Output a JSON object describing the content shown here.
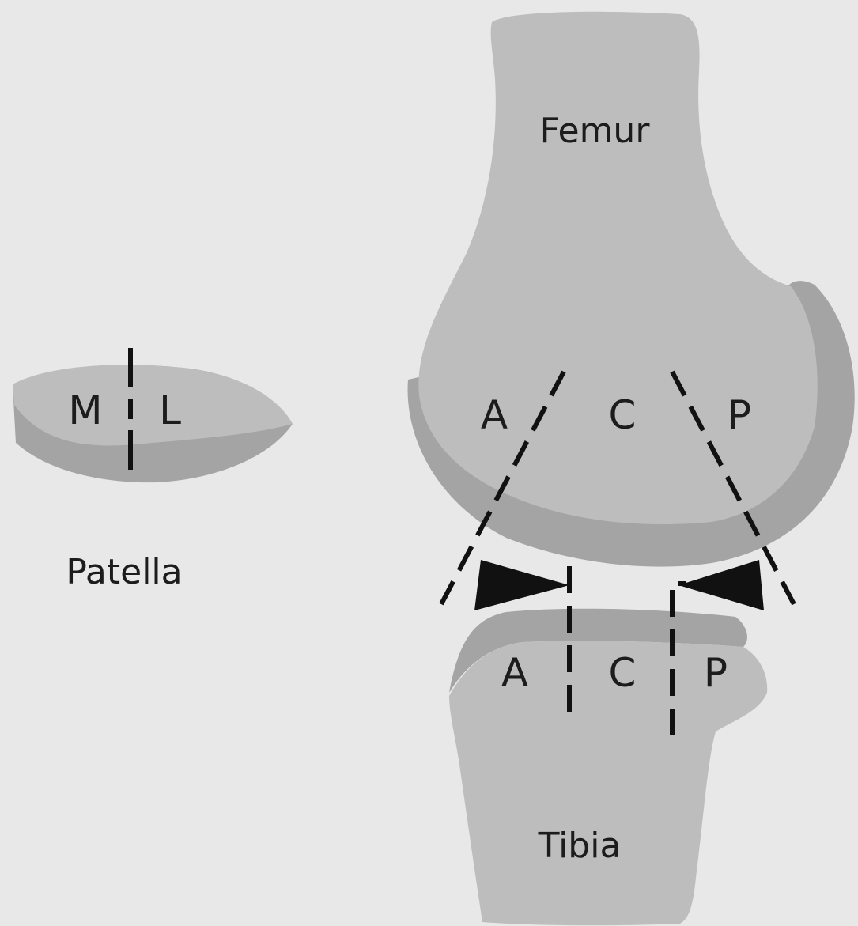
{
  "colors": {
    "background": "#e8e8e8",
    "bone_fill": "#bdbdbd",
    "cartilage_fill": "#a4a4a4",
    "line": "#111111"
  },
  "bones": {
    "femur": "Femur",
    "tibia": "Tibia",
    "patella": "Patella"
  },
  "patella_zones": {
    "medial": "M",
    "lateral": "L"
  },
  "femur_zones": {
    "anterior": "A",
    "central": "C",
    "posterior": "P"
  },
  "tibia_zones": {
    "anterior": "A",
    "central": "C",
    "posterior": "P"
  }
}
